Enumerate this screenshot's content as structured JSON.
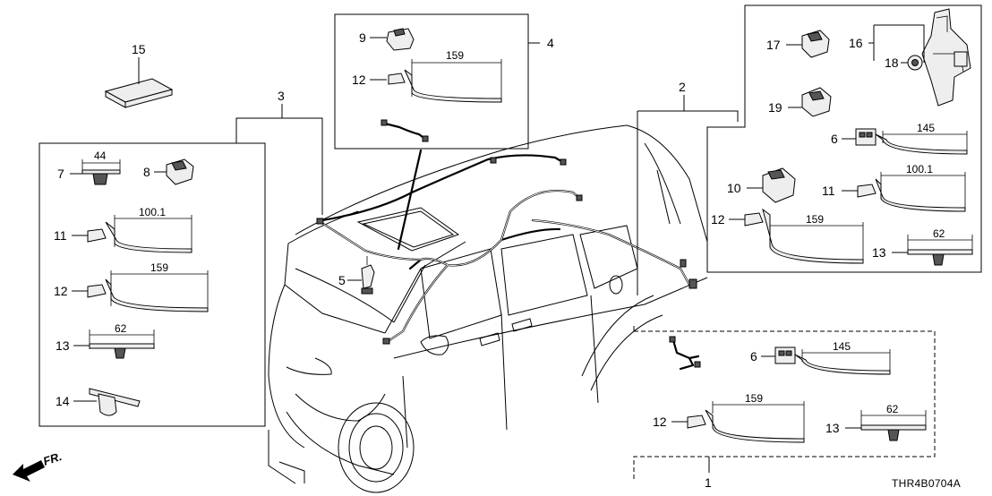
{
  "callouts": {
    "n1": "1",
    "n2": "2",
    "n3": "3",
    "n4": "4",
    "n5": "5",
    "n6a": "6",
    "n6b": "6",
    "n7": "7",
    "n8": "8",
    "n9": "9",
    "n10": "10",
    "n11a": "11",
    "n11b": "11",
    "n12a": "12",
    "n12b": "12",
    "n12c": "12",
    "n12d": "12",
    "n13a": "13",
    "n13b": "13",
    "n13c": "13",
    "n14": "14",
    "n15": "15",
    "n16": "16",
    "n17": "17",
    "n18": "18",
    "n19": "19"
  },
  "dimensions": {
    "d44": "44",
    "d100_left": "100.1",
    "d159_left": "159",
    "d62_left": "62",
    "d159_box4": "159",
    "d145_box2": "145",
    "d100_box2": "100.1",
    "d159_box2": "159",
    "d62_box2": "62",
    "d145_box1": "145",
    "d159_box1": "159",
    "d62_box1": "62"
  },
  "direction_label": "FR.",
  "diagram_code": "THR4B0704A"
}
